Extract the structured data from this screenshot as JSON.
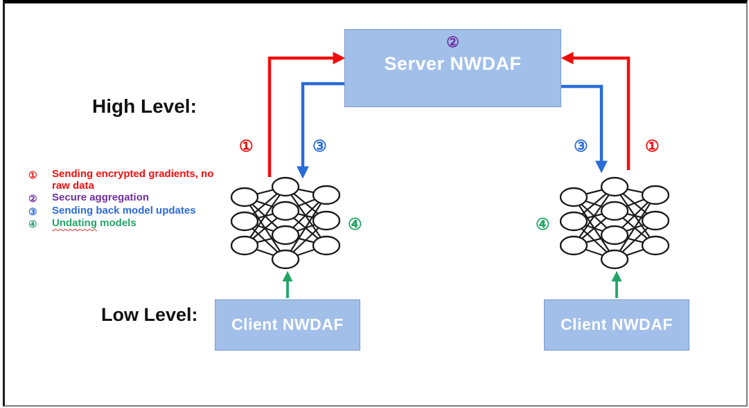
{
  "colors": {
    "red": "#F20D0D",
    "blue": "#2A6BD8",
    "green": "#22A567",
    "purple": "#7030A0",
    "box_fill": "#A1BFE8",
    "box_border": "#7A9AD0",
    "node_stroke": "#1C1C1C",
    "box_text": "#FFFFFF"
  },
  "labels": {
    "high_level": "High Level:",
    "low_level": "Low Level:"
  },
  "server": {
    "badge": "②",
    "title": "Server NWDAF"
  },
  "clients": {
    "left": "Client NWDAF",
    "right": "Client NWDAF"
  },
  "flow_markers": {
    "left_upload": "①",
    "left_download": "③",
    "right_download": "③",
    "right_upload": "①",
    "left_update": "④",
    "right_update": "④"
  },
  "legend": {
    "items": [
      {
        "num": "①",
        "text": "Sending encrypted gradients, no raw data",
        "color": "red"
      },
      {
        "num": "②",
        "text": "Secure aggregation",
        "color": "purple"
      },
      {
        "num": "③",
        "text": "Sending back model updates",
        "color": "blue"
      },
      {
        "num": "④",
        "text_misspelled": "Undating",
        "text_rest": "models",
        "color": "green"
      }
    ]
  }
}
